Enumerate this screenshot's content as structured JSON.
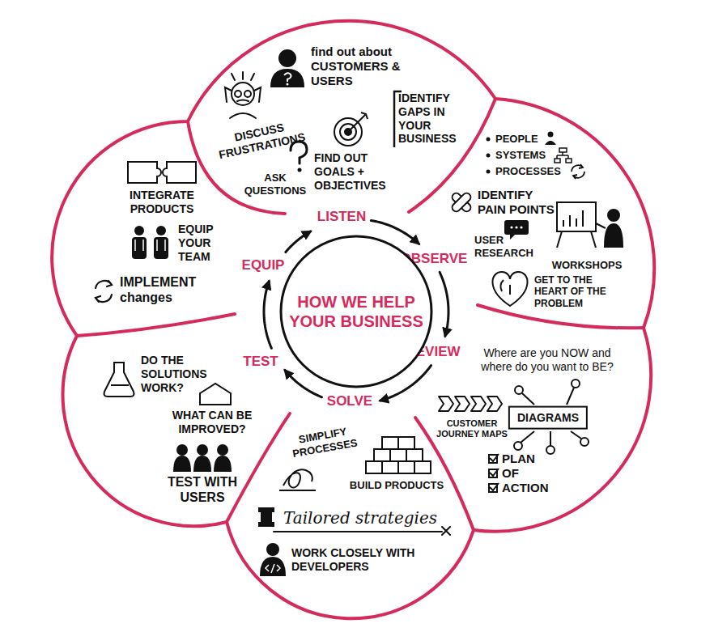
{
  "diagram": {
    "nodes": [
      {
        "text": [
          "LISTEN",
          "find out about CUSTOMERS & USERS",
          "DISCUSS FRUSTRATIONS",
          "IDENTIFY GAPS IN YOUR BUSINESS",
          "FIND OUT GOALS + OBJECTIVES",
          "ASK QUESTIONS"
        ]
      },
      {
        "text": [
          "OBSERVE",
          "PEOPLE",
          "SYSTEMS",
          "PROCESSES",
          "IDENTIFY PAIN POINTS",
          "USER RESEARCH",
          "WORKSHOPS",
          "GET TO THE HEART OF THE PROBLEM"
        ]
      },
      {
        "text": [
          "REVIEW",
          "Where are you NOW and where do you want to BE?",
          "CUSTOMER JOURNEY MAPS",
          "PLAN OF ACTION"
        ]
      },
      {
        "text": [
          "DIAGRAMS"
        ],
        "in": 2
      },
      {
        "text": [
          "SOLVE",
          "SIMPLIFY PROCESSES",
          "BUILD PRODUCTS",
          "Tailored strategies",
          "WORK CLOSELY WITH DEVELOPERS"
        ]
      },
      {
        "text": [
          "TEST",
          "DO THE SOLUTIONS WORK?",
          "WHAT CAN BE IMPROVED?",
          "TEST WITH USERS"
        ]
      },
      {
        "text": [
          "EQUIP",
          "INTEGRATE PRODUCTS",
          "EQUIP YOUR TEAM",
          "IMPLEMENT changes"
        ]
      },
      {
        "text": [
          "HOW WE HELP YOUR BUSINESS"
        ]
      }
    ],
    "edges": [
      {
        "from": 0,
        "to": 1,
        "arrow": "to"
      },
      {
        "from": 1,
        "to": 2,
        "arrow": "to"
      },
      {
        "from": 2,
        "to": 4,
        "arrow": "to"
      },
      {
        "from": 4,
        "to": 5,
        "arrow": "to"
      },
      {
        "from": 5,
        "to": 6,
        "arrow": "to"
      },
      {
        "from": 6,
        "to": 0,
        "arrow": "to"
      }
    ]
  }
}
